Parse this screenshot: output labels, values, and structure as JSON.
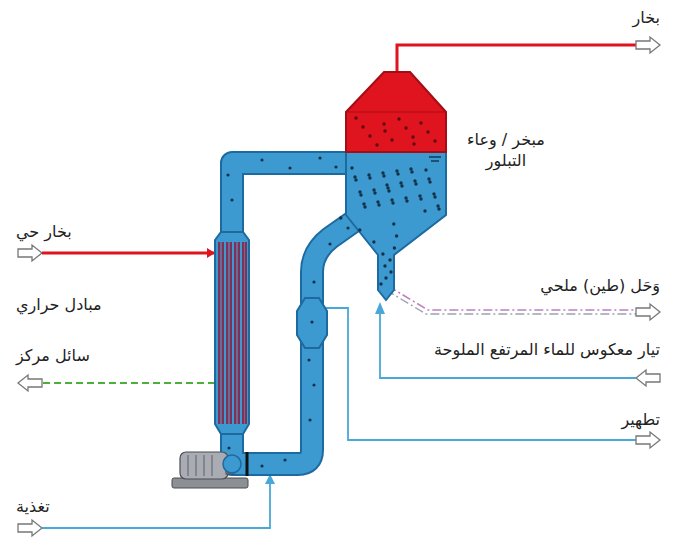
{
  "diagram": {
    "labels": [
      "بخار",
      "مبخر / وعاء التبلور",
      "بخار حي",
      "مبادل حراري",
      "وَحَل (طين) ملحي",
      "سائل مركز",
      "تيار معكوس للماء المرتفع الملوحة",
      "تطهير",
      "تغذية"
    ]
  }
}
